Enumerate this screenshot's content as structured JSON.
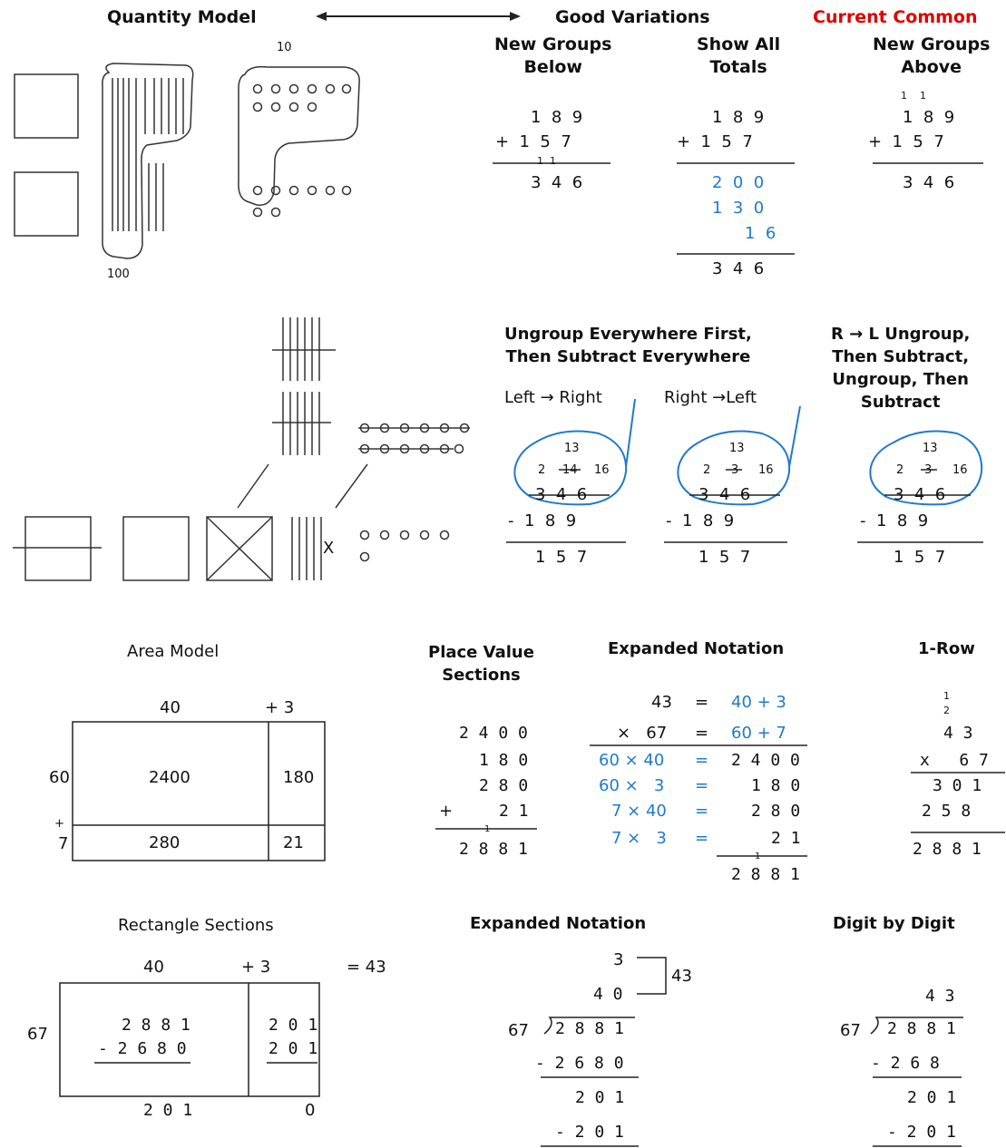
{
  "headers": {
    "quantity_model": "Quantity Model",
    "good_variations": "Good Variations",
    "current_common": "Current Common",
    "new_groups_below": "New Groups\nBelow",
    "show_all_totals": "Show All\nTotals",
    "new_groups_above": "New Groups\nAbove",
    "ungroup_first": "Ungroup Everywhere First,\nThen Subtract Everywhere",
    "rl_ungroup": "R → L Ungroup,\nThen Subtract,\nUngroup, Then\nSubtract",
    "left_right": "Left → Right",
    "right_left": "Right →Left",
    "area_model": "Area Model",
    "place_value_sections": "Place Value\nSections",
    "expanded_notation_mult": "Expanded Notation",
    "one_row": "1-Row",
    "rectangle_sections": "Rectangle Sections",
    "expanded_notation_div": "Expanded Notation",
    "digit_by_digit": "Digit by Digit"
  },
  "quantity": {
    "label_10": "10",
    "label_100": "100",
    "x_mark": "X"
  },
  "addition": {
    "below": {
      "top": "1  8  9",
      "add": "+  1  5  7",
      "carry": "1  1",
      "sum": "3  4  6"
    },
    "totals": {
      "top": "1  8  9",
      "add": "+  1  5  7",
      "p1": "2  0  0",
      "p2": "1  3  0",
      "p3": "1  6",
      "sum": "3  4  6"
    },
    "above": {
      "carry": "1    1",
      "top": "1  8  9",
      "add": "+  1  5  7",
      "sum": "3  4  6"
    }
  },
  "subtraction": {
    "lr": {
      "d13": "13",
      "row_top": "2",
      "d14": "14",
      "d16": "16",
      "crossed": "3  4  6",
      "sub": "-  1  8  9",
      "ans": "1  5  7"
    },
    "rl": {
      "d13": "13",
      "row_top": "2",
      "d3": "3",
      "d16": "16",
      "crossed": "3  4  6",
      "sub": "-  1  8  9",
      "ans": "1  5  7"
    },
    "common": {
      "d13": "13",
      "row_top": "2",
      "d3": "3",
      "d16": "16",
      "crossed": "3  4  6",
      "sub": "-  1  8  9",
      "ans": "1  5  7"
    }
  },
  "area": {
    "c40": "40",
    "c3": "+ 3",
    "r60": "60",
    "plus": "+",
    "r7": "7",
    "v2400": "2400",
    "v180": "180",
    "v280": "280",
    "v21": "21"
  },
  "place_value": {
    "l1": "2 4 0 0",
    "l2": "1 8 0",
    "l3": "2 8 0",
    "plus": "+",
    "l4": "2 1",
    "carry": "1",
    "sum": "2 8 8 1"
  },
  "expanded_mult": {
    "r1a": "43",
    "r1eq": "=",
    "r1b": "40 + 3",
    "r2a": "×   67",
    "r2eq": "=",
    "r2b": "60 + 7",
    "r3a": "60 × 40",
    "r3eq": "=",
    "r3b": "2 4 0 0",
    "r4a": "60 ×   3",
    "r4eq": "=",
    "r4b": "1 8 0",
    "r5a": "7 × 40",
    "r5eq": "=",
    "r5b": "2 8 0",
    "r6a": "7 ×   3",
    "r6eq": "=",
    "r6b": "2 1",
    "carry": "1",
    "sum": "2 8 8 1"
  },
  "one_row": {
    "c1": "1",
    "c2": "2",
    "a": "4 3",
    "b": "x   6 7",
    "p1": "3 0 1",
    "p2": "2 5 8",
    "sum": "2 8 8 1"
  },
  "rect": {
    "c40": "40",
    "c3": "+ 3",
    "eq": "= 43",
    "r67": "67",
    "a1": "2 8 8 1",
    "a2": "- 2 6 8 0",
    "b1": "2 0 1",
    "b2": "2 0 1",
    "bot1": "2 0 1",
    "bot2": "0"
  },
  "div_expanded": {
    "q3": "3",
    "q40": "4 0",
    "q43": "43",
    "divisor": "67",
    "dividend": "2 8 8 1",
    "s1": "- 2 6 8 0",
    "r1": "2 0 1",
    "s2": "- 2 0 1"
  },
  "div_digit": {
    "q": "4 3",
    "divisor": "67",
    "dividend": "2 8 8 1",
    "s1": "- 2 6 8",
    "r1": "2 0 1",
    "s2": "- 2 0 1"
  }
}
